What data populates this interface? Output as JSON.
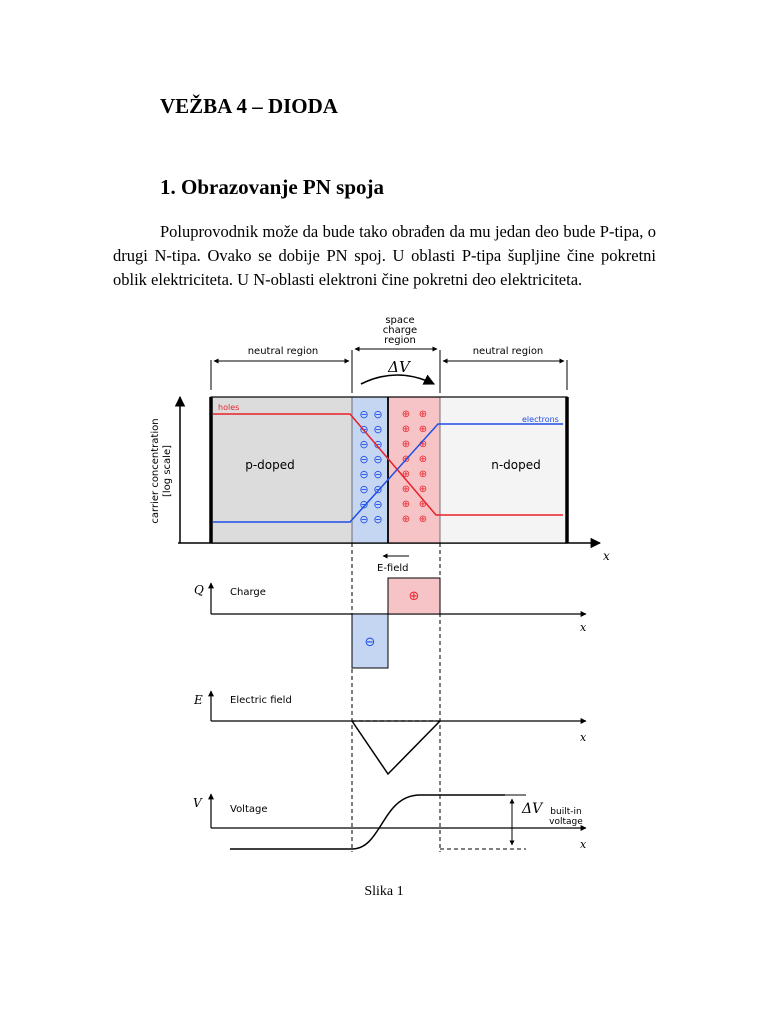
{
  "document": {
    "title": "VEŽBA 4 – DIODA",
    "section_heading": "1. Obrazovanje PN spoja",
    "paragraph": "Poluprovodnik može da bude tako obrađen da mu jedan deo bude P-tipa, o drugi N-tipa. Ovako se dobije PN spoj. U oblasti P-tipa šupljine čine pokretni oblik elektriciteta. U N-oblasti elektroni čine pokretni deo elektriciteta.",
    "caption": "Slika 1"
  },
  "figure": {
    "space_charge_line1": "space",
    "space_charge_line2": "charge",
    "space_charge_line3": "region",
    "neutral_left": "neutral region",
    "neutral_right": "neutral region",
    "delta_v_top": "ΔV",
    "holes": "holes",
    "electrons": "electrons",
    "p_doped": "p-doped",
    "n_doped": "n-doped",
    "y_axis_line1": "carrier concentration",
    "y_axis_line2": "[log scale]",
    "x_label": "x",
    "efield": "E-field",
    "q_label": "Q",
    "charge": "Charge",
    "minus_glyph": "⊖",
    "plus_glyph": "⊕",
    "e_label": "E",
    "electric_field": "Electric field",
    "v_label": "V",
    "voltage": "Voltage",
    "delta_v_right": "ΔV",
    "builtin_line1": "built-in",
    "builtin_line2": "voltage"
  },
  "colors": {
    "holes": "#e8222a",
    "electrons": "#1f4fe6",
    "p_region_fill": "#dcdcdc",
    "depletion_negative_fill": "#c5d6f2",
    "depletion_positive_fill": "#f6c4c6",
    "n_region_fill": "#f4f4f4"
  }
}
